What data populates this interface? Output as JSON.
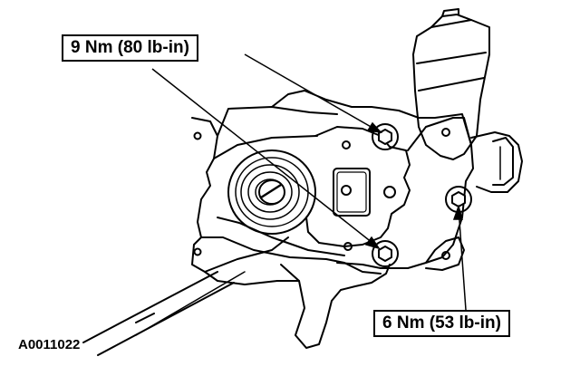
{
  "callouts": {
    "top_torque": "9 Nm (80 lb-in)",
    "bottom_torque": "6 Nm (53 lb-in)"
  },
  "figure_id": "A0011022",
  "colors": {
    "ink": "#000000",
    "paper": "#ffffff"
  }
}
